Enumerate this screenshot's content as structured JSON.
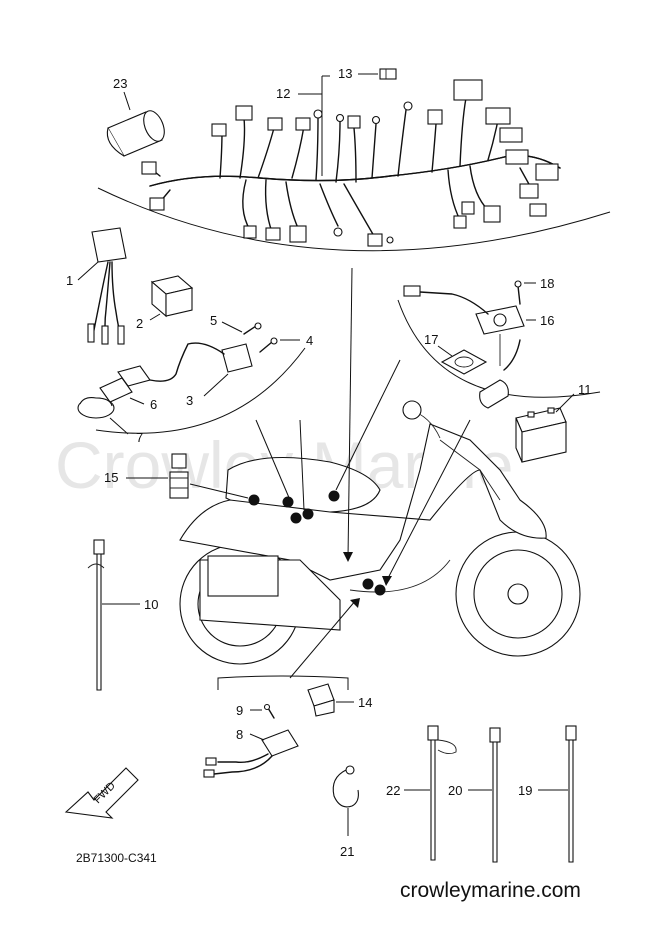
{
  "diagram": {
    "drawing_code": "2B71300-C341",
    "website": "crowleymarine.com",
    "watermark": "Crowley Marine",
    "fwd_label": "FWD",
    "callouts": {
      "p1": "1",
      "p2": "2",
      "p3": "3",
      "p4": "4",
      "p5": "5",
      "p6": "6",
      "p7": "7",
      "p8": "8",
      "p9": "9",
      "p10": "10",
      "p11": "11",
      "p12": "12",
      "p13": "13",
      "p14": "14",
      "p15": "15",
      "p16": "16",
      "p17": "17",
      "p18": "18",
      "p19": "19",
      "p20": "20",
      "p21": "21",
      "p22": "22",
      "p23": "23"
    }
  }
}
